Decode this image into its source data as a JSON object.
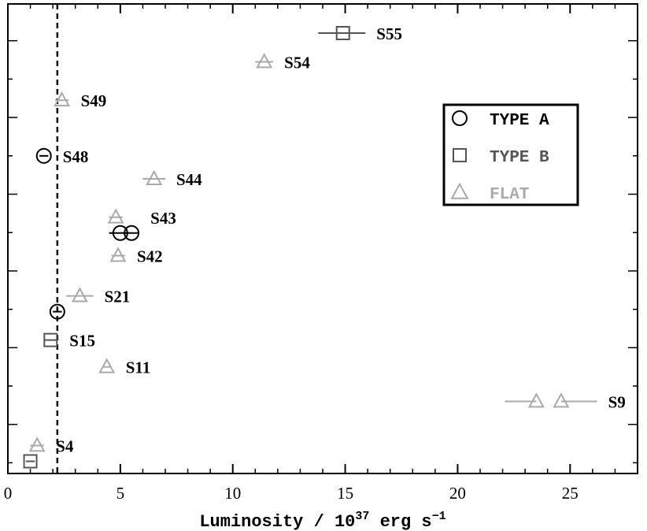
{
  "chart_data": {
    "type": "scatter",
    "xlabel": "Luminosity / 10",
    "xlabel_exp": "37",
    "xlabel_unit": " erg s",
    "xlabel_unit_exp": "−1",
    "xlim": [
      0,
      28
    ],
    "x_ticks": [
      "0",
      "5",
      "10",
      "15",
      "20",
      "25"
    ],
    "y_hidden": true,
    "vline_x": 2.2,
    "vline_style": "dashed",
    "legend": {
      "position": "top-right",
      "items": [
        {
          "label": "TYPE A",
          "marker": "circle",
          "color": "#000000"
        },
        {
          "label": "TYPE B",
          "marker": "square",
          "color": "#555555"
        },
        {
          "label": "FLAT",
          "marker": "triangle",
          "color": "#aaaaaa"
        }
      ]
    },
    "sources": [
      {
        "name": "S55",
        "row": 0.0,
        "points": [
          {
            "x": 14.9,
            "xerr": [
              1.1,
              1.0
            ],
            "marker": "square"
          }
        ]
      },
      {
        "name": "S54",
        "row": 0.75,
        "points": [
          {
            "x": 11.4,
            "xerr": [
              0.4,
              0.4
            ],
            "marker": "triangle"
          }
        ]
      },
      {
        "name": "S49",
        "row": 1.75,
        "points": [
          {
            "x": 2.4,
            "xerr": [
              0.3,
              0.3
            ],
            "marker": "triangle"
          }
        ]
      },
      {
        "name": "S48",
        "row": 3.2,
        "points": [
          {
            "x": 1.6,
            "xerr": [
              0.2,
              0.2
            ],
            "marker": "circle"
          }
        ]
      },
      {
        "name": "S44",
        "row": 3.8,
        "points": [
          {
            "x": 6.5,
            "xerr": [
              0.5,
              0.5
            ],
            "marker": "triangle"
          }
        ]
      },
      {
        "name": "S43",
        "row": 4.8,
        "points": [
          {
            "x": 4.8,
            "xerr": [
              0.3,
              0.3
            ],
            "marker": "triangle"
          },
          {
            "x": 5.0,
            "xerr": [
              0.5,
              0.3
            ],
            "marker": "circle"
          },
          {
            "x": 5.5,
            "xerr": [
              0.3,
              0.3
            ],
            "marker": "circle"
          }
        ]
      },
      {
        "name": "S42",
        "row": 5.8,
        "points": [
          {
            "x": 4.9,
            "xerr": [
              0.3,
              0.3
            ],
            "marker": "triangle"
          }
        ]
      },
      {
        "name": "S21",
        "row": 6.85,
        "points": [
          {
            "x": 3.2,
            "xerr": [
              0.6,
              0.6
            ],
            "marker": "triangle"
          },
          {
            "x": 2.2,
            "xerr": [
              0.2,
              0.2
            ],
            "marker": "circle"
          }
        ]
      },
      {
        "name": "S15",
        "row": 8.0,
        "points": [
          {
            "x": 1.9,
            "xerr": [
              0.3,
              0.3
            ],
            "marker": "square"
          }
        ]
      },
      {
        "name": "S11",
        "row": 8.7,
        "points": [
          {
            "x": 4.4,
            "xerr": [
              0.2,
              0.2
            ],
            "marker": "triangle"
          }
        ]
      },
      {
        "name": "S9",
        "row": 9.6,
        "points": [
          {
            "x": 23.5,
            "xerr": [
              1.4,
              0.0
            ],
            "marker": "triangle"
          },
          {
            "x": 24.6,
            "xerr": [
              0.0,
              1.6
            ],
            "marker": "triangle"
          }
        ]
      },
      {
        "name": "S4",
        "row": 10.75,
        "points": [
          {
            "x": 1.3,
            "xerr": [
              0.3,
              0.3
            ],
            "marker": "triangle"
          },
          {
            "x": 1.0,
            "xerr": [
              0.2,
              0.2
            ],
            "marker": "square"
          }
        ]
      }
    ]
  }
}
